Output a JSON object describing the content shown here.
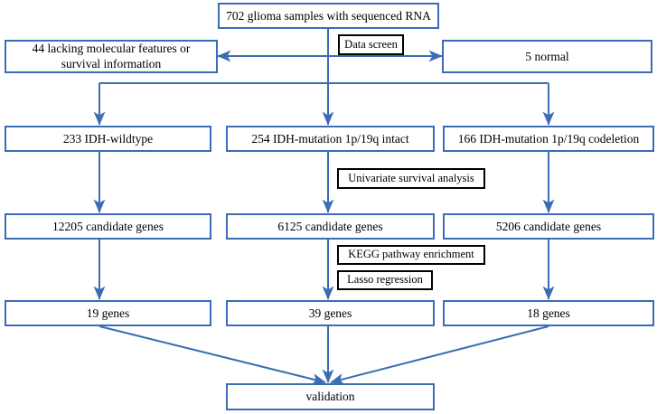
{
  "figure": {
    "type": "flowchart",
    "title": "Glioma RNA sample screening and gene selection workflow",
    "colors": {
      "box_border": "#3b6cb5",
      "label_border": "#000000",
      "connector": "#3b6cb5",
      "background": "#ffffff",
      "text": "#000000"
    }
  },
  "nodes": {
    "source": {
      "label": "702 glioma samples with sequenced RNA"
    },
    "excluded_left_line1": {
      "label": "44 lacking molecular features or"
    },
    "excluded_left_line2": {
      "label": "survival information"
    },
    "excluded_right": {
      "label": "5 normal"
    },
    "cohort_left": {
      "label": "233 IDH-wildtype"
    },
    "cohort_center": {
      "label": "254 IDH-mutation 1p/19q intact"
    },
    "cohort_right": {
      "label": "166 IDH-mutation 1p/19q codeletion"
    },
    "candidates_left": {
      "label": "12205 candidate genes"
    },
    "candidates_center": {
      "label": "6125 candidate genes"
    },
    "candidates_right": {
      "label": "5206 candidate genes"
    },
    "genes_left": {
      "label": "19 genes"
    },
    "genes_center": {
      "label": "39 genes"
    },
    "genes_right": {
      "label": "18 genes"
    },
    "validation": {
      "label": "validation"
    }
  },
  "step_labels": {
    "data_screen": {
      "label": "Data screen"
    },
    "univariate": {
      "label": "Univariate survival analysis"
    },
    "kegg": {
      "label": "KEGG pathway enrichment"
    },
    "lasso": {
      "label": "Lasso regression"
    }
  }
}
